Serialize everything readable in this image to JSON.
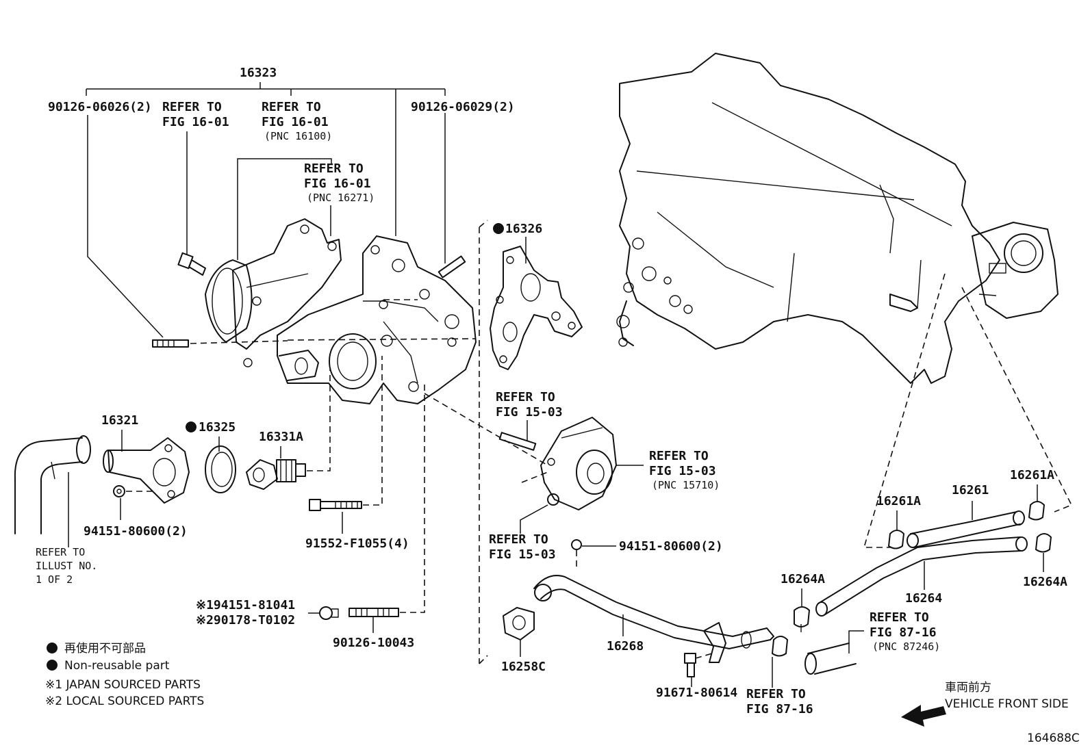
{
  "figure_code": "164688C",
  "legend": {
    "non_reusable_jp": "再使用不可部品",
    "non_reusable_en": "Non-reusable part",
    "note1": "※1 JAPAN SOURCED PARTS",
    "note2": "※2 LOCAL SOURCED PARTS"
  },
  "front_indicator": {
    "jp": "車両前方",
    "en": "VEHICLE FRONT SIDE"
  },
  "parts": {
    "p16323": "16323",
    "p90126_06026": "90126-06026(2)",
    "p90126_06029": "90126-06029(2)",
    "p16326": "16326",
    "p16321": "16321",
    "p16325": "16325",
    "p16331A": "16331A",
    "p94151_80600_a": "94151-80600(2)",
    "p91552": "91552-F1055(4)",
    "p194151": "※194151-81041",
    "p290178": "※290178-T0102",
    "p90126_10043": "90126-10043",
    "p94151_80600_b": "94151-80600(2)",
    "p16258C": "16258C",
    "p16268": "16268",
    "p91671": "91671-80614",
    "p16261A_a": "16261A",
    "p16261": "16261",
    "p16261A_b": "16261A",
    "p16264A_a": "16264A",
    "p16264": "16264",
    "p16264A_b": "16264A"
  },
  "refs": {
    "r_fig1601_a": [
      "REFER TO",
      "FIG 16-01"
    ],
    "r_fig1601_b": [
      "REFER TO",
      "FIG 16-01",
      "(PNC 16100)"
    ],
    "r_fig1601_c": [
      "REFER TO",
      "FIG 16-01",
      "(PNC 16271)"
    ],
    "r_fig1503_a": [
      "REFER TO",
      "FIG 15-03"
    ],
    "r_fig1503_b": [
      "REFER TO",
      "FIG 15-03",
      "(PNC 15710)"
    ],
    "r_fig1503_c": [
      "REFER TO",
      "FIG 15-03"
    ],
    "r_illust": [
      "REFER TO",
      "ILLUST NO.",
      "1 OF 2"
    ],
    "r_fig8716_a": [
      "REFER TO",
      "FIG 87-16",
      "(PNC 87246)"
    ],
    "r_fig8716_b": [
      "REFER TO",
      "FIG 87-16"
    ]
  }
}
